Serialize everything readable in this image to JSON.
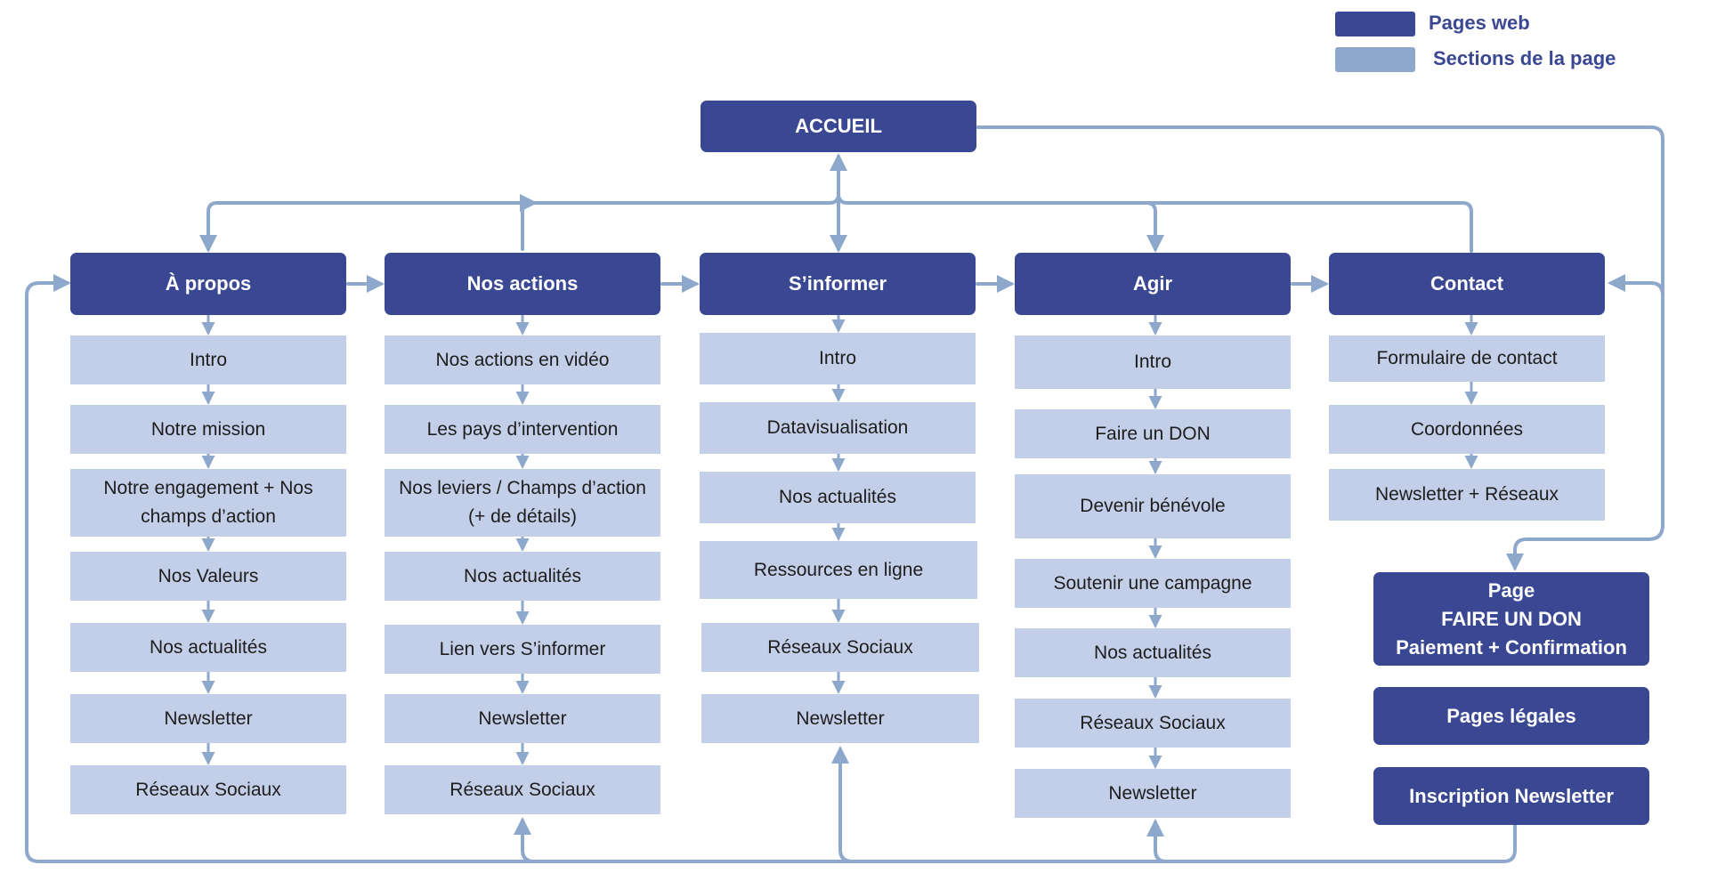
{
  "legend": {
    "pages_label": "Pages web",
    "sections_label": "Sections de la page",
    "pages_color": "#3a4793",
    "sections_color": "#8ea8cc"
  },
  "colors": {
    "page": "#3a4793",
    "section": "#c3cfe8",
    "connector": "#8ea8cc"
  },
  "home": {
    "label": "ACCUEIL"
  },
  "columns": [
    {
      "page": "À propos",
      "sections": [
        "Intro",
        "Notre mission",
        "Notre engagement + Nos champs d’action",
        "Nos Valeurs",
        "Nos actualités",
        "Newsletter",
        "Réseaux Sociaux"
      ]
    },
    {
      "page": "Nos actions",
      "sections": [
        "Nos actions en vidéo",
        "Les pays d’intervention",
        "Nos leviers / Champs d’action (+ de détails)",
        "Nos actualités",
        "Lien vers S’informer",
        "Newsletter",
        "Réseaux Sociaux"
      ]
    },
    {
      "page": "S’informer",
      "sections": [
        "Intro",
        "Datavisualisation",
        "Nos actualités",
        "Ressources en ligne",
        "Réseaux Sociaux",
        "Newsletter"
      ]
    },
    {
      "page": "Agir",
      "sections": [
        "Intro",
        "Faire un DON",
        "Devenir bénévole",
        "Soutenir une campagne",
        "Nos actualités",
        "Réseaux Sociaux",
        "Newsletter"
      ]
    },
    {
      "page": "Contact",
      "sections": [
        "Formulaire de contact",
        "Coordonnées",
        "Newsletter + Réseaux"
      ]
    }
  ],
  "extra_pages": {
    "don": {
      "line1": "Page",
      "line2": "FAIRE UN DON",
      "line3": "Paiement + Confirmation"
    },
    "legal": "Pages légales",
    "newsletter": "Inscription Newsletter"
  }
}
